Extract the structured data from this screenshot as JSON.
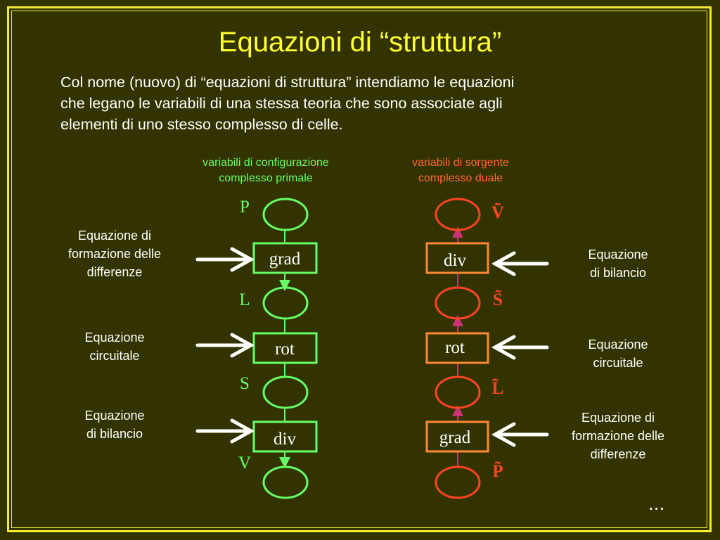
{
  "title": "Equazioni di “struttura”",
  "intro_lines": [
    "Col nome (nuovo) di “equazioni di struttura” intendiamo le equazioni",
    "che legano le variabili di una stessa teoria che sono associate agli",
    "elementi di uno stesso complesso di celle."
  ],
  "left_column": {
    "header_lines": [
      "variabili di configurazione",
      "complesso primale"
    ],
    "color": "#66ff66",
    "variables": [
      "P",
      "L",
      "S",
      "V"
    ],
    "operators": [
      "grad",
      "rot",
      "div"
    ],
    "equations": [
      [
        "Equazione di",
        "formazione delle",
        "differenze"
      ],
      [
        "Equazione",
        "circuitale"
      ],
      [
        "Equazione",
        "di bilancio"
      ]
    ]
  },
  "right_column": {
    "header_lines": [
      "variabili di sorgente",
      "complesso duale"
    ],
    "color": "#ff6633",
    "variables": [
      "Ṽ",
      "S̃",
      "L̃",
      "P̃"
    ],
    "operators": [
      "div",
      "rot",
      "grad"
    ],
    "equations": [
      [
        "Equazione",
        "di bilancio"
      ],
      [
        "Equazione",
        "circuitale"
      ],
      [
        "Equazione di",
        "formazione delle",
        "differenze"
      ]
    ]
  },
  "ellipsis": "...",
  "colors": {
    "background": "#333300",
    "border": "#f2ed2e",
    "title": "#ffff33",
    "primal": "#66ff66",
    "dual_node": "#ff4422",
    "dual_box": "#ff8833",
    "dual_arrow": "#cc3377",
    "pointer": "#ffffff"
  }
}
